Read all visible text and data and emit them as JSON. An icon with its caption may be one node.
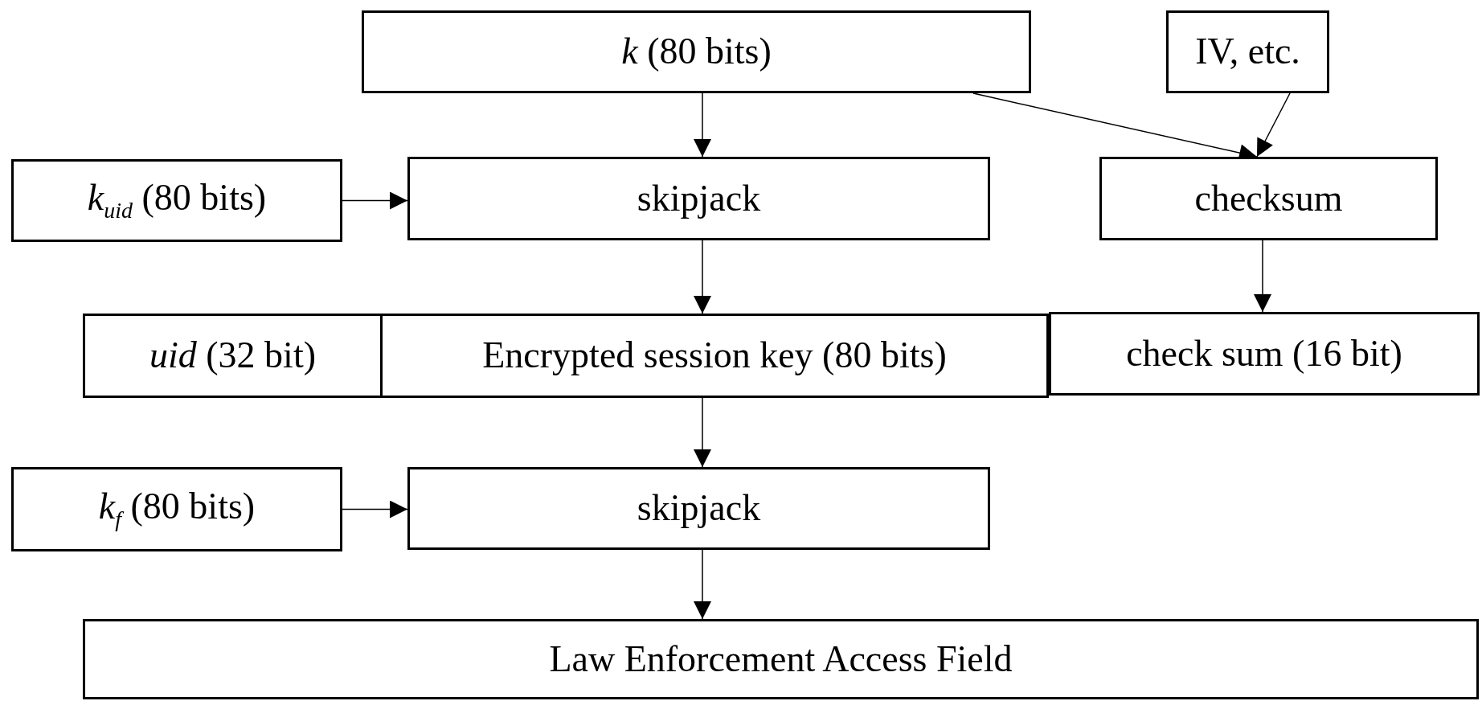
{
  "diagram": {
    "nodes": [
      {
        "text": [
          "*k* (80 bits)"
        ]
      },
      {
        "text": [
          "IV, etc."
        ]
      },
      {
        "text": [
          "*k*$_{uid}$ (80 bits)"
        ]
      },
      {
        "text": [
          "skipjack"
        ]
      },
      {
        "text": [
          "checksum"
        ]
      },
      {
        "text": [
          "*uid* (32 bit)"
        ]
      },
      {
        "text": [
          "Encrypted session key (80 bits)"
        ]
      },
      {
        "text": [
          "check sum (16 bit)"
        ]
      },
      {
        "text": [
          "*k*$_{f}$ (80 bits)"
        ]
      },
      {
        "text": [
          "skipjack"
        ]
      },
      {
        "text": [
          "Law Enforcement Access Field"
        ]
      }
    ],
    "edges": [
      {
        "from": 0,
        "to": 3,
        "arrow": "to"
      },
      {
        "from": 0,
        "to": 4,
        "arrow": "to"
      },
      {
        "from": 1,
        "to": 4,
        "arrow": "to"
      },
      {
        "from": 2,
        "to": 3,
        "arrow": "to"
      },
      {
        "from": 3,
        "to": 6,
        "arrow": "to"
      },
      {
        "from": 4,
        "to": 7,
        "arrow": "to"
      },
      {
        "from": 6,
        "to": 9,
        "arrow": "to"
      },
      {
        "from": 8,
        "to": 9,
        "arrow": "to"
      },
      {
        "from": 9,
        "to": 10,
        "arrow": "to"
      }
    ]
  }
}
